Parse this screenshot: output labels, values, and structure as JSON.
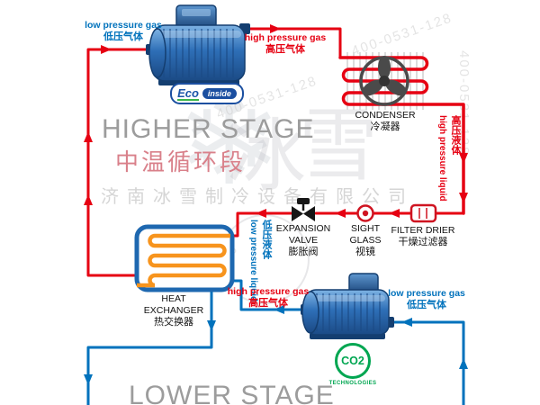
{
  "stages": {
    "higher": {
      "en": "HIGHER STAGE",
      "zh": "中温循环段"
    },
    "lower": {
      "en": "LOWER STAGE"
    }
  },
  "pipe_labels": {
    "lp_gas_top": {
      "en": "low pressure gas",
      "zh": "低压气体"
    },
    "hp_gas_top": {
      "en": "high pressure gas",
      "zh": "高压气体"
    },
    "hp_liquid": {
      "en": "high pressure liquid",
      "zh": "高压液体"
    },
    "lp_liquid": {
      "en": "low pressure liquid",
      "zh": "低压液体"
    },
    "hp_gas_lower": {
      "en": "high pressure gas",
      "zh": "高压气体"
    },
    "lp_gas_lower": {
      "en": "low pressure gas",
      "zh": "低压气体"
    }
  },
  "components": {
    "condenser": {
      "en": "CONDENSER",
      "zh": "冷凝器"
    },
    "filter_drier": {
      "en": "FILTER DRIER",
      "zh": "干燥过滤器"
    },
    "sight_glass": {
      "en1": "SIGHT",
      "en2": "GLASS",
      "zh": "视镜"
    },
    "expansion_valve": {
      "en1": "EXPANSION",
      "en2": "VALVE",
      "zh": "膨胀阀"
    },
    "heat_exchanger": {
      "en1": "HEAT",
      "en2": "EXCHANGER",
      "zh": "热交换器"
    }
  },
  "badges": {
    "eco": {
      "brand": "Eco",
      "suffix": "inside"
    },
    "co2": {
      "label": "CO2",
      "sub": "TECHNOLOGIES"
    }
  },
  "watermarks": {
    "company": "济南冰雪制冷设备有限公司",
    "phone": "400-0531-128",
    "brand_char1": "冰",
    "brand_char2": "雪",
    "snowflake": "❄"
  },
  "colors": {
    "red_pipe": "#e60012",
    "blue_pipe": "#0072bc",
    "title_gray": "#9c9c9c",
    "title_pink": "#d9808a",
    "logo_green": "#00a651",
    "compressor_blue": "#2e6fb7",
    "coil_orange": "#f7941d"
  }
}
